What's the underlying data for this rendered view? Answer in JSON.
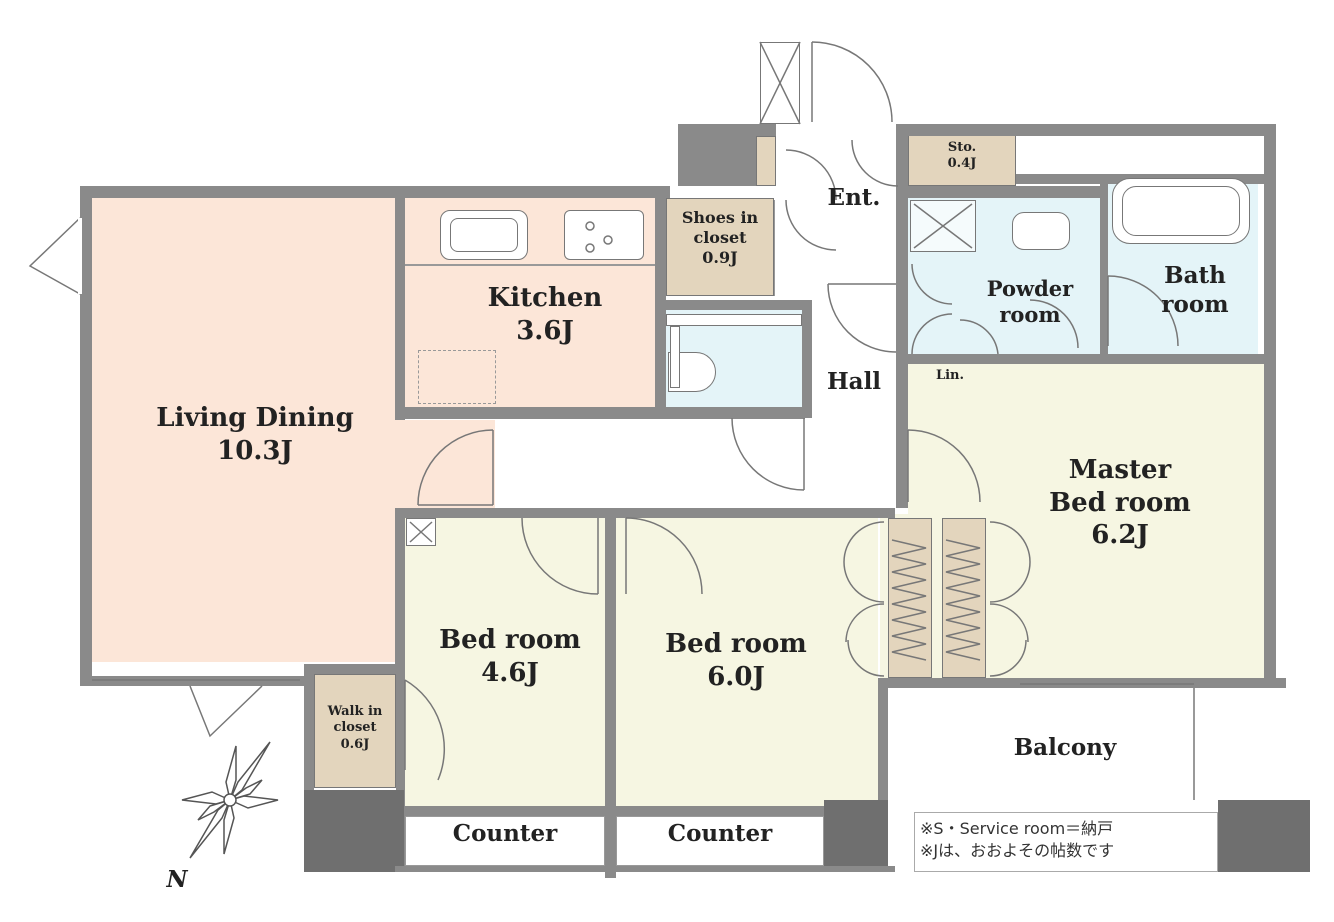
{
  "plan": {
    "rooms": {
      "living_dining": {
        "name": "Living Dining",
        "size": "10.3J",
        "color": "#fce6d8"
      },
      "kitchen": {
        "name": "Kitchen",
        "size": "3.6J",
        "color": "#fce6d8"
      },
      "shoes_closet": {
        "name_line1": "Shoes in",
        "name_line2": "closet",
        "size": "0.9J",
        "color": "#e3d5bd"
      },
      "entrance": {
        "name": "Ent."
      },
      "storage": {
        "name": "Sto.",
        "size": "0.4J",
        "color": "#e3d5bd"
      },
      "powder_room": {
        "name_line1": "Powder",
        "name_line2": "room",
        "color": "#e4f4f8"
      },
      "bath_room": {
        "name_line1": "Bath",
        "name_line2": "room",
        "color": "#e4f4f8"
      },
      "linen": {
        "name": "Lin.",
        "color": "#e3d5bd"
      },
      "hall": {
        "name": "Hall"
      },
      "master_bed": {
        "name_line1": "Master",
        "name_line2": "Bed room",
        "size": "6.2J",
        "color": "#f6f6e2"
      },
      "bed_room_1": {
        "name": "Bed room",
        "size": "4.6J",
        "color": "#f6f6e2"
      },
      "bed_room_2": {
        "name": "Bed room",
        "size": "6.0J",
        "color": "#f6f6e2"
      },
      "walk_in_closet": {
        "name_line1": "Walk in",
        "name_line2": "closet",
        "size": "0.6J",
        "color": "#e3d5bd"
      },
      "counter_1": {
        "name": "Counter"
      },
      "counter_2": {
        "name": "Counter"
      },
      "balcony": {
        "name": "Balcony"
      },
      "toilet": {
        "color": "#e4f4f8"
      }
    },
    "notes": {
      "line1": "※S・Service room＝納戸",
      "line2": "※Jは、おおよその帖数です"
    },
    "compass": {
      "label": "N"
    },
    "colors": {
      "wall": "#8a8a8a",
      "closet": "#e3d5bd",
      "wet": "#e4f4f8",
      "bed": "#f6f6e2",
      "living": "#fce6d8"
    }
  }
}
